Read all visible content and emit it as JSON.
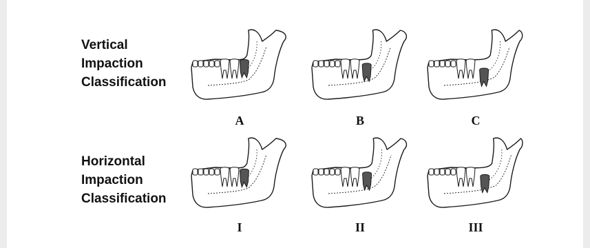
{
  "rows": {
    "vertical": {
      "title_lines": [
        "Vertical",
        "Impaction",
        "Classification"
      ]
    },
    "horizontal": {
      "title_lines": [
        "Horizontal",
        "Impaction",
        "Classification"
      ]
    }
  },
  "panels": {
    "vertical": [
      {
        "label": "A",
        "depth": 0.15,
        "retro": 0.05
      },
      {
        "label": "B",
        "depth": 0.45,
        "retro": 0.4
      },
      {
        "label": "C",
        "depth": 0.85,
        "retro": 0.7
      }
    ],
    "horizontal": [
      {
        "label": "I",
        "depth": 0.25,
        "retro": 0.05
      },
      {
        "label": "II",
        "depth": 0.5,
        "retro": 0.45
      },
      {
        "label": "III",
        "depth": 0.7,
        "retro": 0.85
      }
    ]
  },
  "colors": {
    "line": "#1a1a1a",
    "impacted_tooth": "#555555",
    "page": "#ffffff",
    "frame": "#ececec"
  }
}
